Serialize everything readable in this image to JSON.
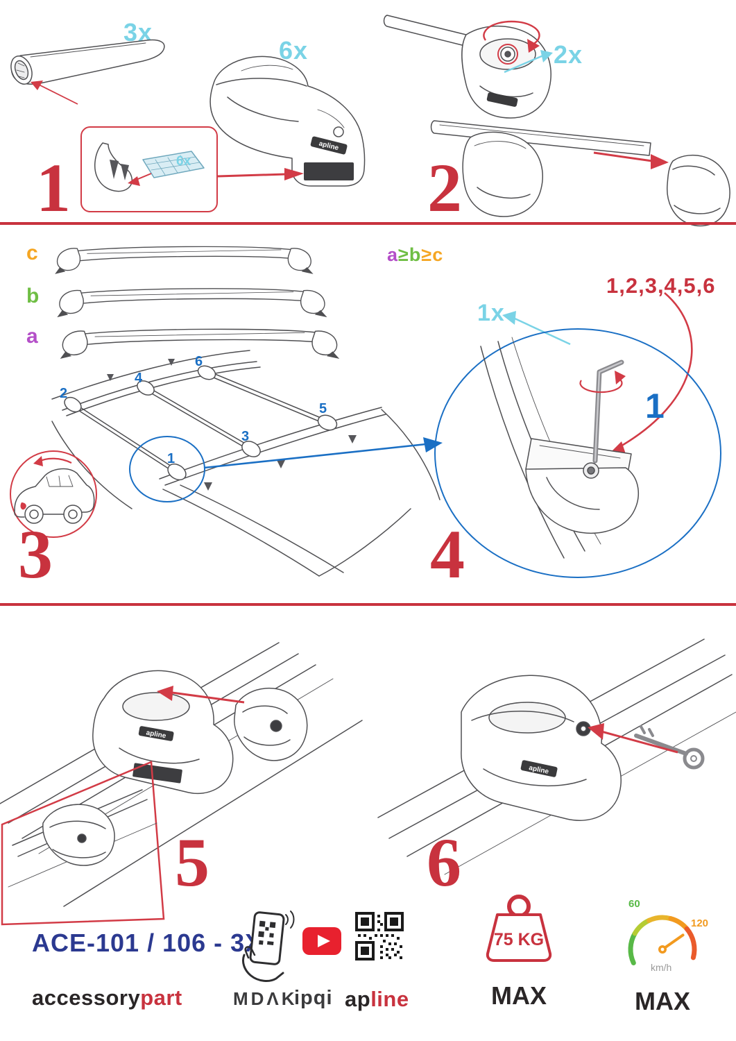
{
  "colors": {
    "red": "#c8323e",
    "cyan": "#7ad3e6",
    "blue": "#1a6fc4",
    "navy": "#2b3990",
    "orange": "#f5a623",
    "green": "#6fbe44",
    "purple": "#b44fc8",
    "ink": "#2a2627"
  },
  "step1": {
    "number": "1",
    "bar_qty": "3x",
    "foot_qty": "6x",
    "pad_qty": "6x"
  },
  "step2": {
    "number": "2",
    "key_qty": "2x"
  },
  "step3": {
    "number": "3",
    "bar_c": "c",
    "bar_b": "b",
    "bar_a": "a",
    "rule_a": "a",
    "rule_ge1": "≥",
    "rule_b": "b",
    "rule_ge2": "≥",
    "rule_c": "c",
    "positions": {
      "p1": "1",
      "p2": "2",
      "p3": "3",
      "p4": "4",
      "p5": "5",
      "p6": "6"
    }
  },
  "step4": {
    "number": "4",
    "tighten_order": "1,2,3,4,5,6",
    "key_qty": "1x",
    "first": "1"
  },
  "step5": {
    "number": "5"
  },
  "step6": {
    "number": "6"
  },
  "branding": {
    "model": "ACE-101 / 106 - 3X",
    "brand_accessory": "accessory",
    "brand_part": "part",
    "brand_mdak": "MDΛK",
    "brand_ipqi": "ipqi",
    "brand_ap": "ap",
    "brand_line": "line",
    "foot_logo": "apline"
  },
  "limits": {
    "weight": "75 KG",
    "weight_max": "MAX",
    "speed_60": "60",
    "speed_120": "120",
    "speed_unit": "km/h",
    "speed_max": "MAX"
  }
}
